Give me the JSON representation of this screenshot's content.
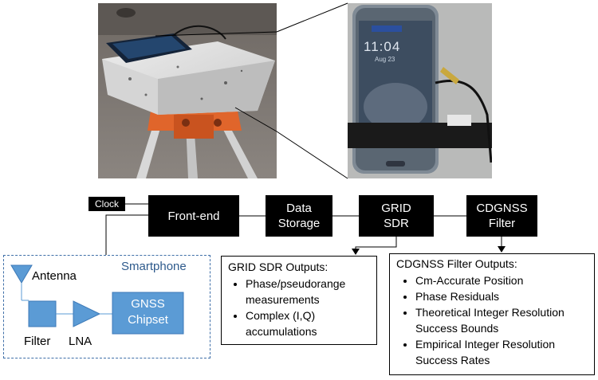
{
  "blocks": {
    "clock": "Clock",
    "frontend": "Front-end",
    "data_storage_1": "Data",
    "data_storage_2": "Storage",
    "grid_sdr_1": "GRID",
    "grid_sdr_2": "SDR",
    "cdgnss_1": "CDGNSS",
    "cdgnss_2": "Filter"
  },
  "smartphone": {
    "title": "Smartphone",
    "antenna": "Antenna",
    "filter": "Filter",
    "lna": "LNA",
    "gnss_1": "GNSS",
    "gnss_2": "Chipset"
  },
  "grid_outputs": {
    "title": "GRID SDR Outputs:",
    "items": [
      "Phase/pseudorange measurements",
      "Complex (I,Q) accumulations"
    ]
  },
  "cdgnss_outputs": {
    "title": "CDGNSS Filter Outputs:",
    "items": [
      "Cm-Accurate Position",
      "Phase Residuals",
      "Theoretical Integer Resolution Success Bounds",
      "Empirical Integer Resolution Success Rates"
    ]
  },
  "phone_screen": {
    "time": "11:04",
    "date": "Aug 23"
  },
  "colors": {
    "block": "#000000",
    "accent_blue": "#5b9bd5",
    "dashed_border": "#3f6fa8",
    "smartphone_label": "#2e5a8c"
  }
}
